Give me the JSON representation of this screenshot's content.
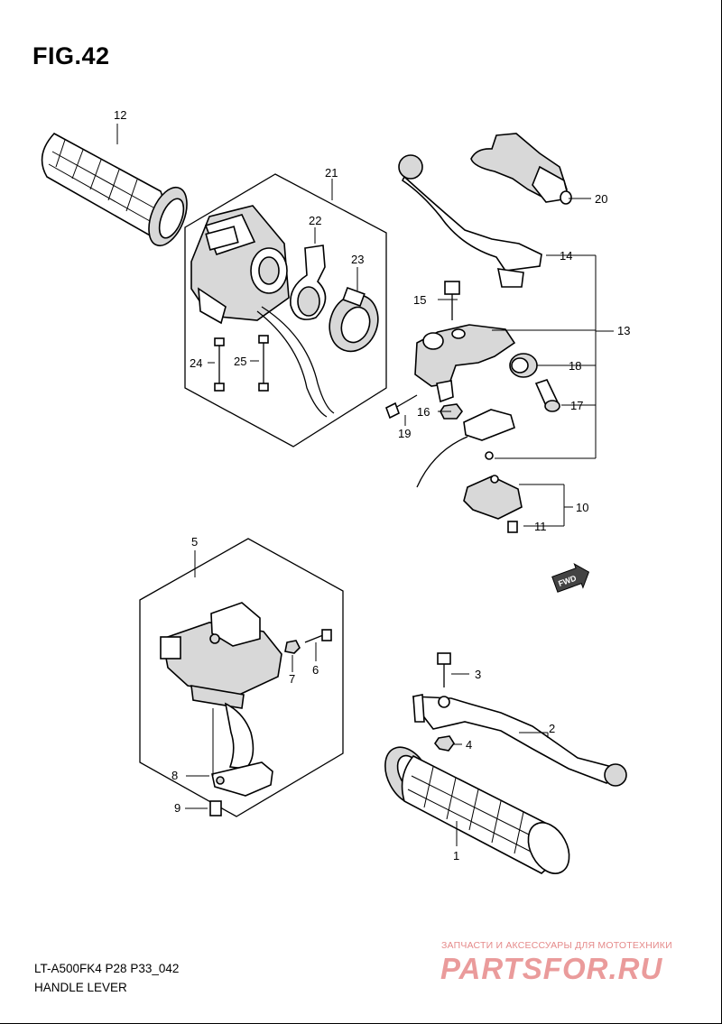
{
  "figure": {
    "title": "FIG.42"
  },
  "footer": {
    "model_code": "LT-A500FK4 P28 P33_042",
    "section_name": "HANDLE LEVER"
  },
  "watermark": {
    "subtitle": "ЗАПЧАСТИ И АКСЕССУАРЫ ДЛЯ МОТОТЕХНИКИ",
    "brand": "PARTSFOR.RU"
  },
  "fwd_badge": {
    "label": "FWD"
  },
  "callouts": {
    "c1": "1",
    "c2": "2",
    "c3": "3",
    "c4": "4",
    "c5": "5",
    "c6": "6",
    "c7": "7",
    "c8": "8",
    "c9": "9",
    "c10": "10",
    "c11": "11",
    "c12": "12",
    "c13": "13",
    "c14": "14",
    "c15": "15",
    "c16": "16",
    "c17": "17",
    "c18": "18",
    "c19": "19",
    "c20": "20",
    "c21": "21",
    "c22": "22",
    "c23": "23",
    "c24": "24",
    "c25": "25"
  },
  "colors": {
    "line": "#000000",
    "watermark": "#e58a8a",
    "part_fill": "#ffffff",
    "part_shade": "#d8d8d8"
  }
}
